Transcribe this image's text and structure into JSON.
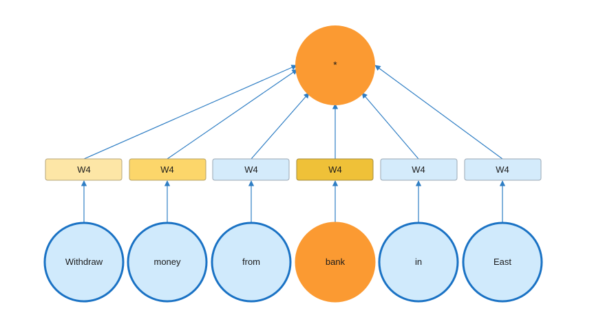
{
  "output_node": {
    "label": "*",
    "color": "#fb9a32"
  },
  "words": [
    {
      "label": "Withdraw",
      "fill": "#d0eafc",
      "stroke": "#1a72c4"
    },
    {
      "label": "money",
      "fill": "#d0eafc",
      "stroke": "#1a72c4"
    },
    {
      "label": "from",
      "fill": "#d0eafc",
      "stroke": "#1a72c4"
    },
    {
      "label": "bank",
      "fill": "#fb9a32",
      "stroke": "#fb9a32"
    },
    {
      "label": "in",
      "fill": "#d0eafc",
      "stroke": "#1a72c4"
    },
    {
      "label": "East",
      "fill": "#d0eafc",
      "stroke": "#1a72c4"
    }
  ],
  "weights": [
    {
      "label": "W4",
      "fill": "#fde6a6",
      "stroke": "#b5a47a"
    },
    {
      "label": "W4",
      "fill": "#fcd66a",
      "stroke": "#b5a066"
    },
    {
      "label": "W4",
      "fill": "#d4ebfb",
      "stroke": "#9aa7b3"
    },
    {
      "label": "W4",
      "fill": "#efc138",
      "stroke": "#a28a3c"
    },
    {
      "label": "W4",
      "fill": "#d4ebfb",
      "stroke": "#9aa7b3"
    },
    {
      "label": "W4",
      "fill": "#d4ebfb",
      "stroke": "#9aa7b3"
    }
  ],
  "arrow_color": "#2f7ec4"
}
